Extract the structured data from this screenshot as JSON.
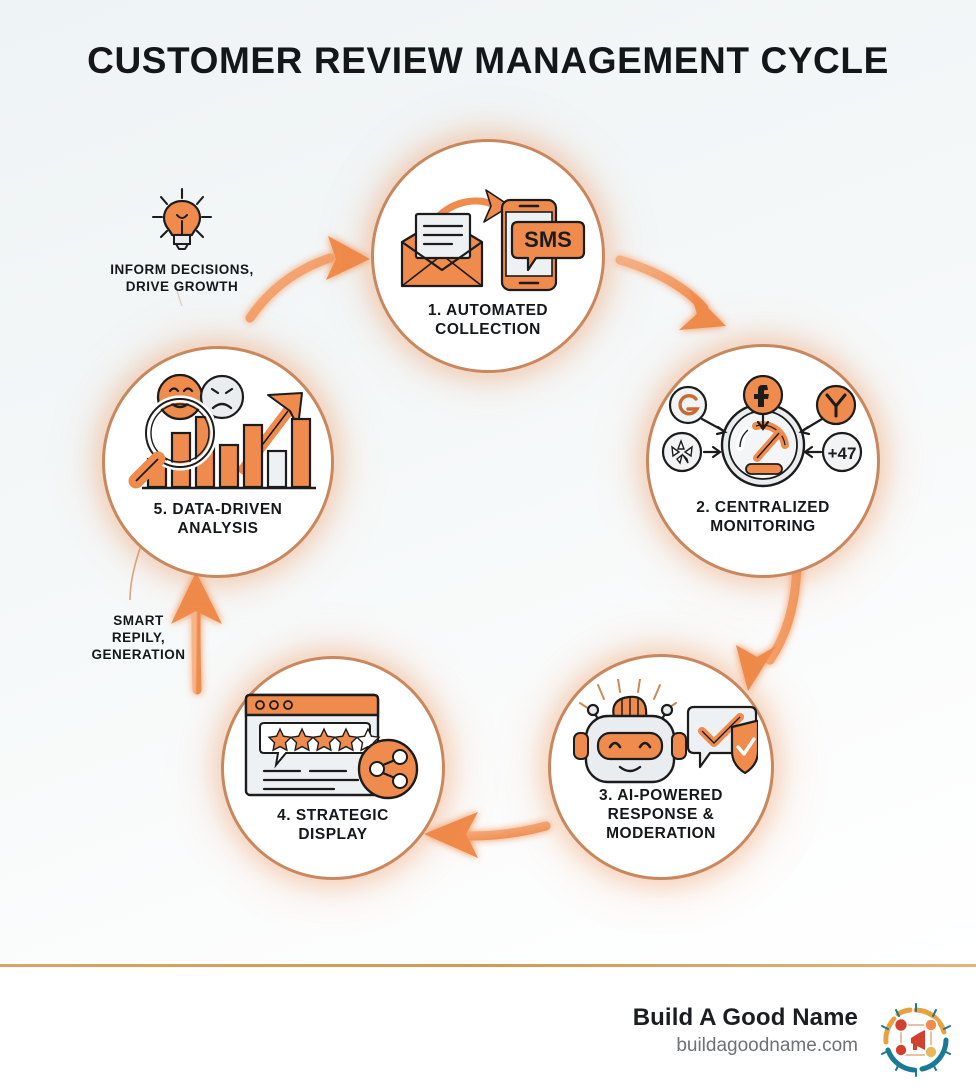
{
  "page": {
    "title": "CUSTOMER REVIEW MANAGEMENT CYCLE",
    "background_top": "#eef3f5",
    "background_bottom": "#ffffff",
    "accent_color": "#ef8b4c",
    "accent_dark": "#c9875e",
    "divider_color": "#d2a065",
    "text_color": "#15181b"
  },
  "nodes": [
    {
      "id": "automated-collection",
      "label": "1. AUTOMATED\nCOLLECTION",
      "step": "1",
      "icons": [
        "envelope-icon",
        "letter-icon",
        "curved-arrow-icon",
        "smartphone-icon",
        "sms-bubble-icon"
      ],
      "icon_text": "SMS"
    },
    {
      "id": "centralized-monitoring",
      "label": "2. CENTRALIZED\nMONITORING",
      "step": "2",
      "icons": [
        "google-icon",
        "facebook-icon",
        "yelp-y-icon",
        "yelp-burst-icon",
        "plus-count-badge",
        "gauge-dashboard-icon"
      ],
      "icon_text": "+47"
    },
    {
      "id": "ai-powered-response-moderation",
      "label": "3. AI-POWERED\nRESPONSE &\nMODERATION",
      "step": "3",
      "icons": [
        "robot-icon",
        "brain-icon",
        "speech-bubble-check-icon",
        "shield-check-icon"
      ],
      "icon_text": ""
    },
    {
      "id": "strategic-display",
      "label": "4. STRATEGIC\nDISPLAY",
      "step": "4",
      "icons": [
        "browser-window-icon",
        "star-rating-icon",
        "share-icon"
      ],
      "icon_text": ""
    },
    {
      "id": "data-driven-analysis",
      "label": "5. DATA-DRIVEN\nANALYSIS",
      "step": "5",
      "icons": [
        "magnifier-icon",
        "bar-chart-icon",
        "trend-arrow-icon",
        "happy-face-icon",
        "sad-face-icon"
      ],
      "icon_text": ""
    }
  ],
  "annotations": [
    {
      "id": "inform-decisions",
      "text": "INFORM DECISIONS,\nDRIVE GROWTH",
      "icon": "lightbulb-icon"
    },
    {
      "id": "smart-reply-generation",
      "text": "SMART\nREPILY,\nGENERATION",
      "icon": ""
    }
  ],
  "footer": {
    "brand": "Build A Good Name",
    "website": "buildagoodname.com",
    "logo": "circular-network-megaphone-logo"
  }
}
